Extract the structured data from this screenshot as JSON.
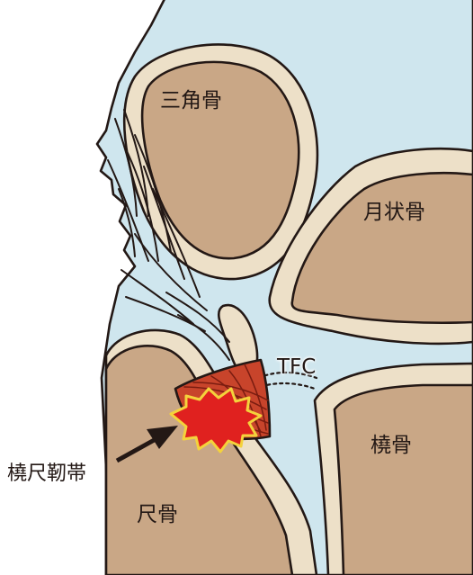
{
  "labels": {
    "triquetrum": "三角骨",
    "lunate": "月状骨",
    "tfc": "TFC",
    "radius": "橈骨",
    "ulnar_ligament": "橈尺靭帯",
    "ulna": "尺骨"
  },
  "colors": {
    "soft_tissue": "#cfe6ee",
    "cartilage": "#ede0c8",
    "bone": "#c9a786",
    "outline": "#231815",
    "ligament": "#c8442b",
    "lesion": "#e0211f",
    "lesion_rim": "#f4d23c",
    "background": "#ffffff"
  },
  "icons": {
    "pointer": "arrow-icon",
    "injury": "starburst-icon"
  }
}
